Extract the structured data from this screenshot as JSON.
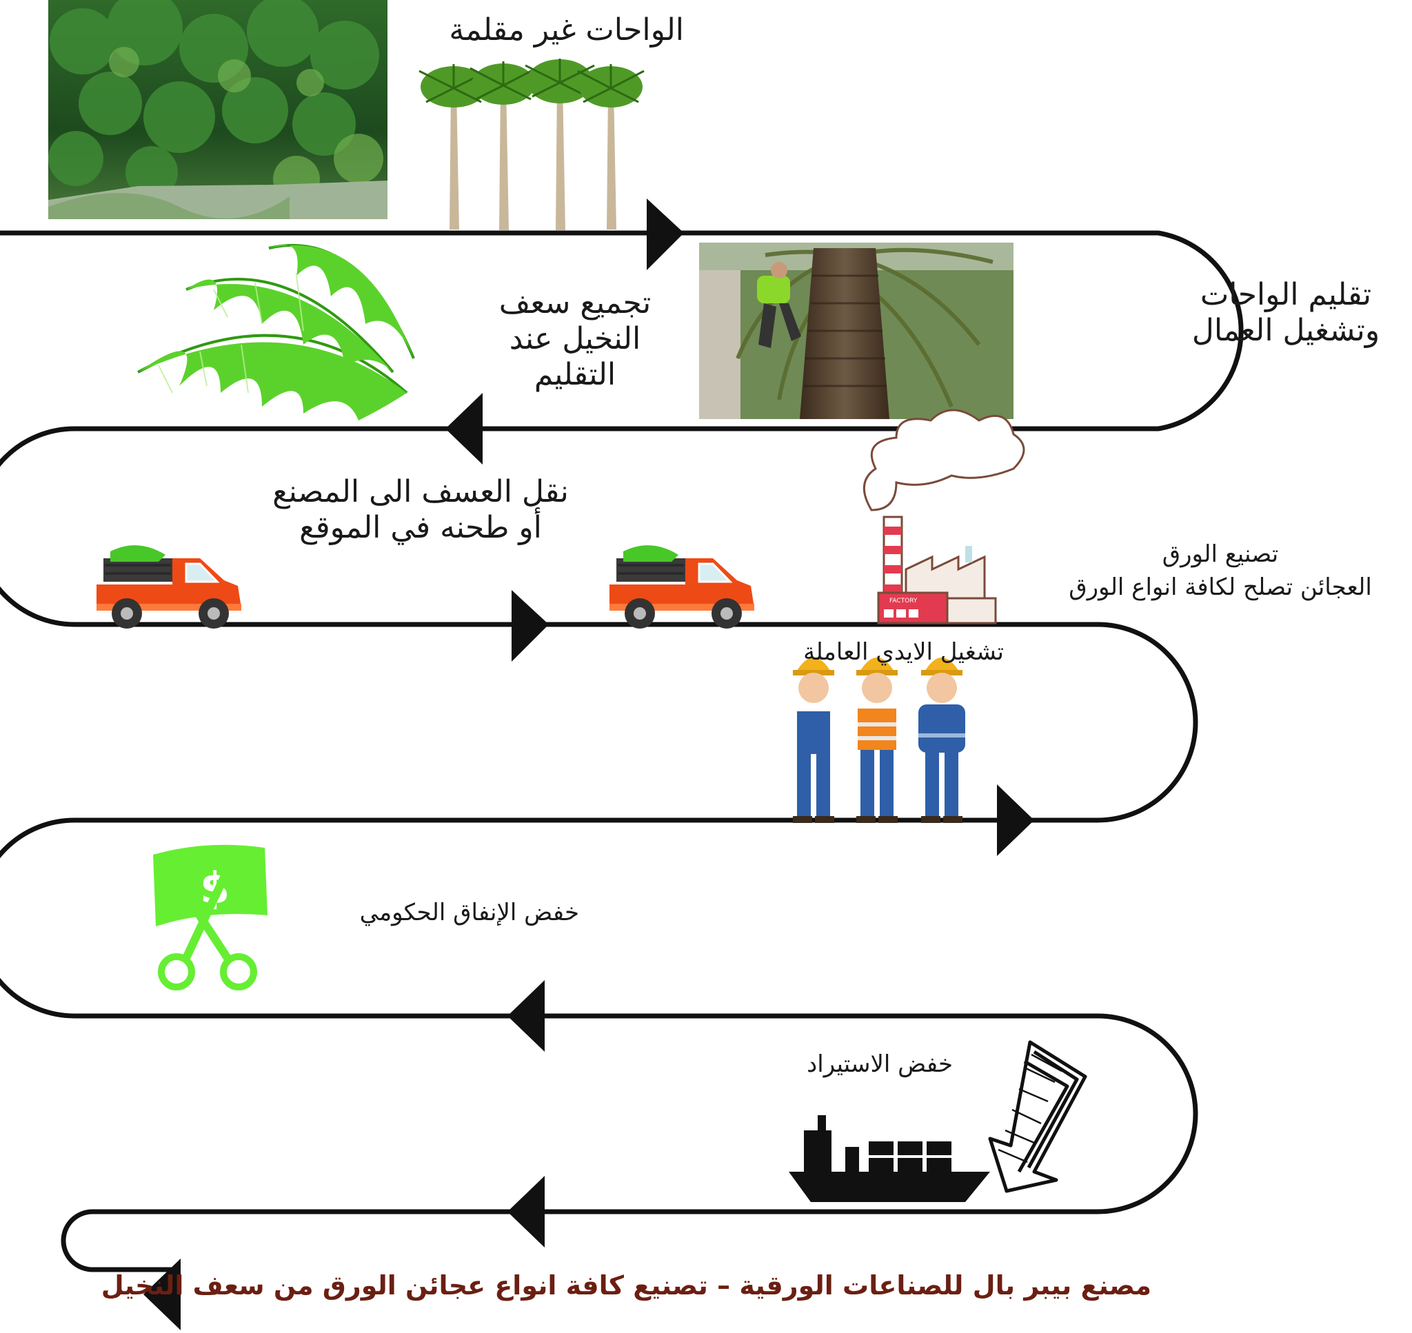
{
  "colors": {
    "path": "#111111",
    "leaf_green": "#55cc22",
    "money_green": "#66ee33",
    "truck_red": "#ee4a16",
    "footer_text": "#6b1f12",
    "helmet": "#f2b21c",
    "overall_blue": "#2f5fa8"
  },
  "icons": [
    "oasis-photo",
    "palm-trees-icon",
    "palm-climber-photo",
    "palm-leaves-icon",
    "factory-icon",
    "truck-icon",
    "workers-icon",
    "money-cut-icon",
    "ship-icon",
    "down-arrow-icon"
  ],
  "steps": {
    "untrimmed_oases": "الواحات غير مقلمة",
    "pruning": {
      "line1": "تقليم الواحات",
      "line2": "وتشغيل العمال"
    },
    "collect_fronds": {
      "line1": "تجميع سعف",
      "line2": "النخيل عند",
      "line3": "التقليم"
    },
    "transport": {
      "line1": "نقل العسف الى المصنع",
      "line2": "أو طحنه في الموقع"
    },
    "paper_making": {
      "line1": "تصنيع الورق",
      "line2": "العجائن تصلح لكافة انواع الورق"
    },
    "labor": "تشغيل الايدي العاملة",
    "gov_spending": "خفض الإنفاق الحكومي",
    "imports": "خفض الاستيراد"
  },
  "footer": "مصنع بيبر بال للصناعات الورقية – تصنيع كافة انواع عجائن الورق من سعف النخيل"
}
